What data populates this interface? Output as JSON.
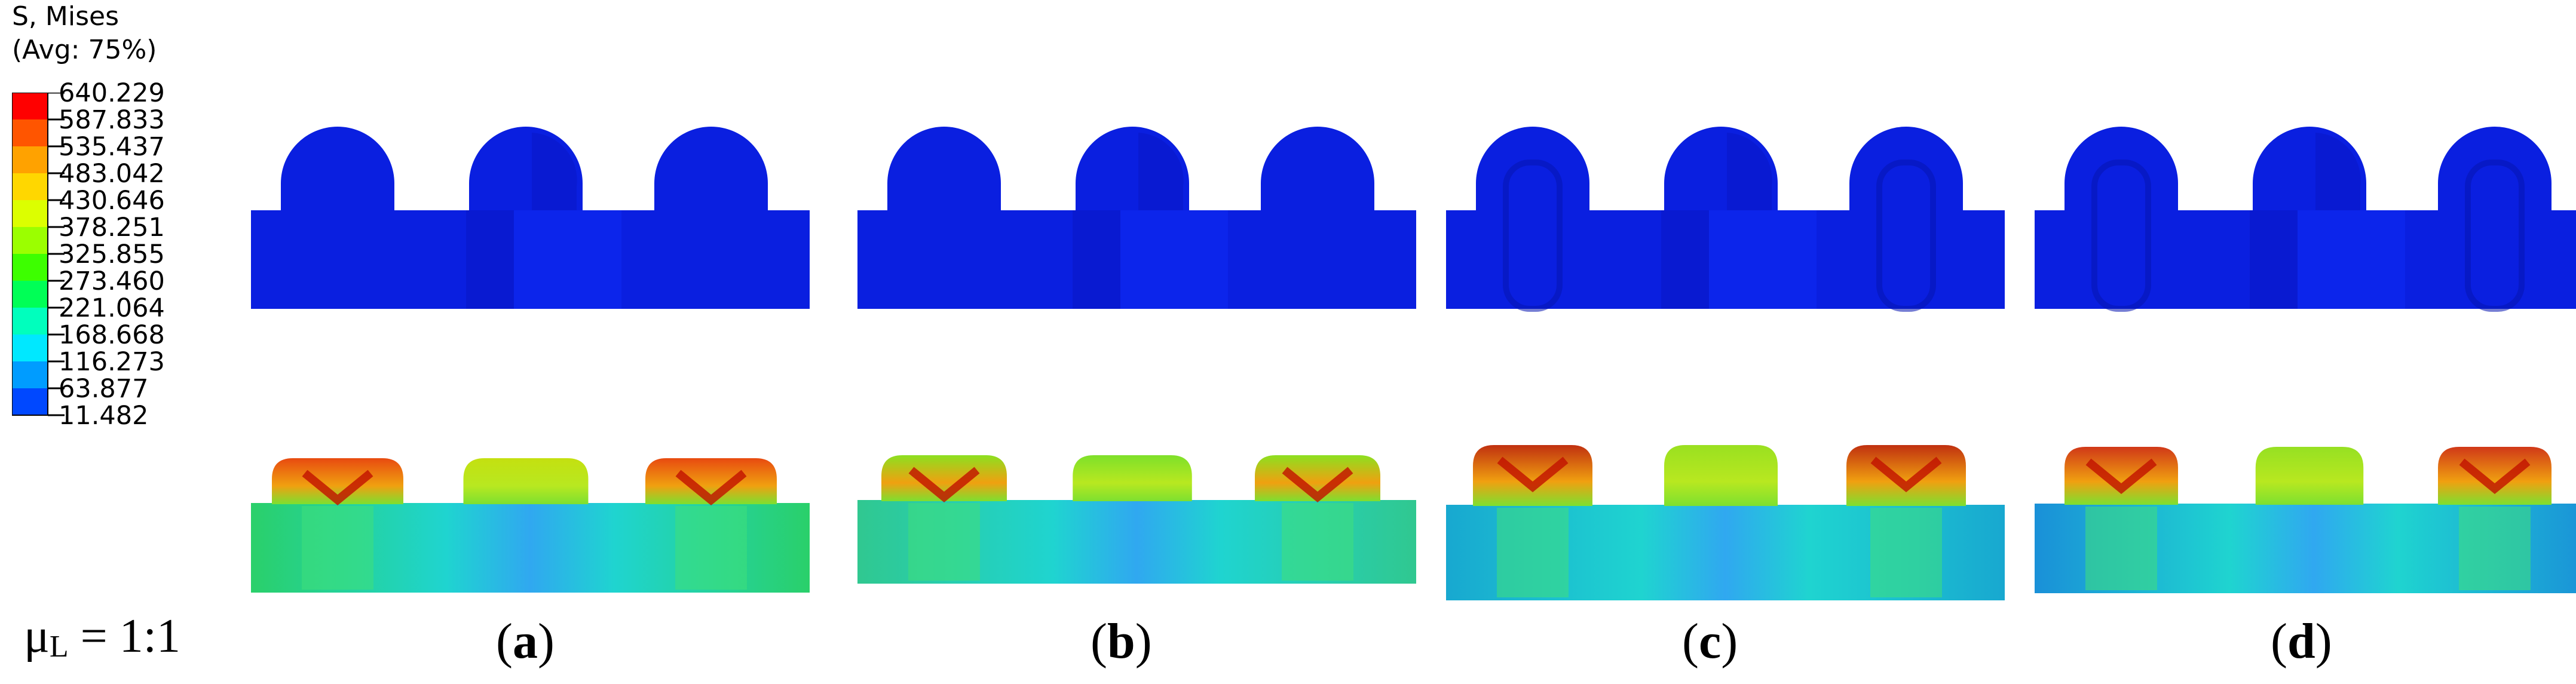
{
  "legend": {
    "title_line1": "S, Mises",
    "title_line2": "(Avg: 75%)",
    "values": [
      "640.229",
      "587.833",
      "535.437",
      "483.042",
      "430.646",
      "378.251",
      "325.855",
      "273.460",
      "221.064",
      "168.668",
      "116.273",
      "63.877",
      "11.482"
    ],
    "colors": [
      "#ff0000",
      "#ff5500",
      "#ffa200",
      "#ffd700",
      "#dcff00",
      "#9bff00",
      "#3dff00",
      "#00ff56",
      "#00ffbd",
      "#00e8ff",
      "#009cff",
      "#0048ff",
      "#0000ff"
    ]
  },
  "ratio_label": {
    "prefix": "μ",
    "subscript": "L",
    "suffix": " = 1:1"
  },
  "panels": [
    {
      "open": "(",
      "letter": "a",
      "close": ")",
      "top_color": "#0a1fe0",
      "bottom_base": "#2ad06a",
      "bottom_cap": "#e84a10",
      "bottom_mid_cap": "#c4e010"
    },
    {
      "open": "(",
      "letter": "b",
      "close": ")",
      "top_color": "#0a1fe0",
      "bottom_base": "#30c890",
      "bottom_cap": "#8ce020",
      "bottom_mid_cap": "#7ee02a"
    },
    {
      "open": "(",
      "letter": "c",
      "close": ")",
      "top_color": "#0a1fe0",
      "bottom_base": "#18a8d0",
      "bottom_cap": "#c03010",
      "bottom_mid_cap": "#9ae020"
    },
    {
      "open": "(",
      "letter": "d",
      "close": ")",
      "top_color": "#0a1fe0",
      "bottom_base": "#1a90d8",
      "bottom_cap": "#d03818",
      "bottom_mid_cap": "#96e022"
    }
  ]
}
